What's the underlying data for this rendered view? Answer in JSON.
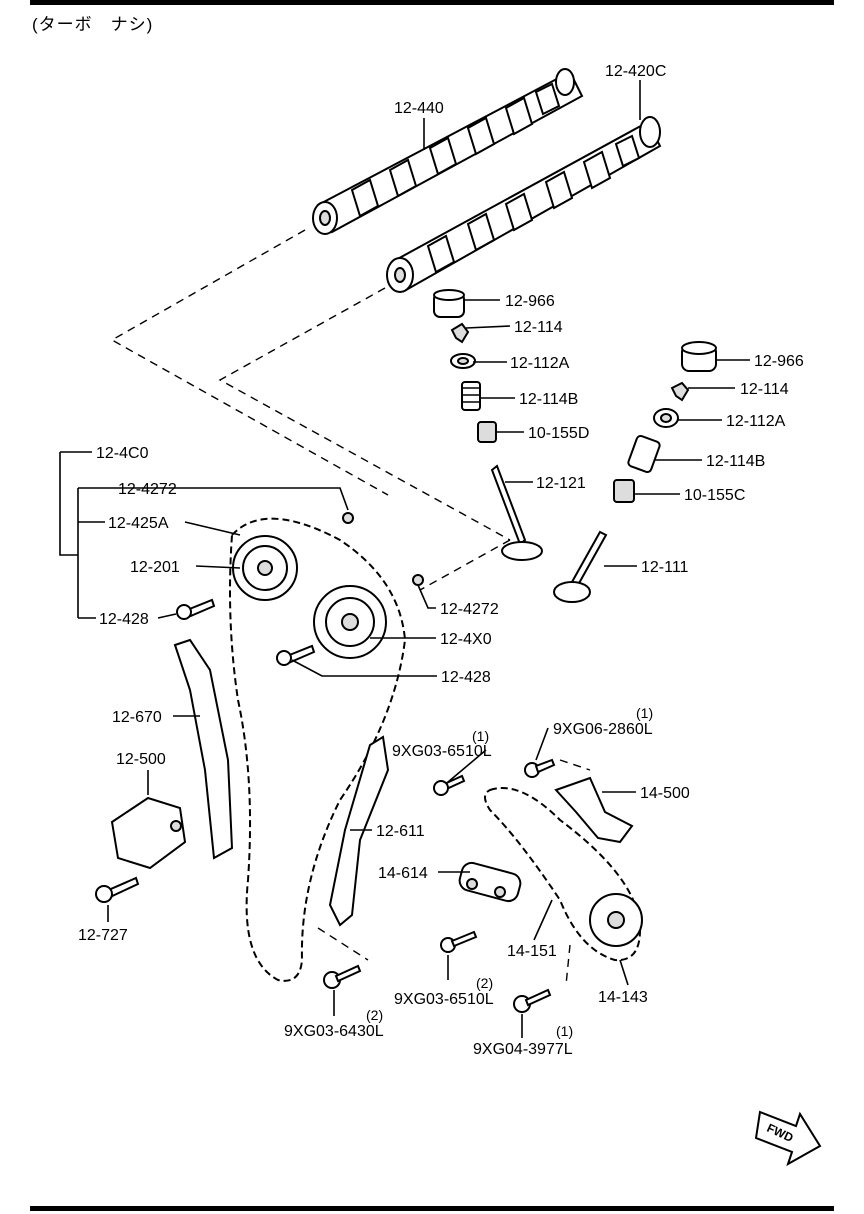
{
  "title": "(ターボ　ナシ)",
  "fwd_label": "FWD",
  "parts": [
    {
      "id": "12-420C"
    },
    {
      "id": "12-440"
    },
    {
      "id": "12-966"
    },
    {
      "id": "12-114"
    },
    {
      "id": "12-112A"
    },
    {
      "id": "12-114B"
    },
    {
      "id": "10-155D"
    },
    {
      "id": "12-966"
    },
    {
      "id": "12-114"
    },
    {
      "id": "12-112A"
    },
    {
      "id": "12-114B"
    },
    {
      "id": "10-155C"
    },
    {
      "id": "12-121"
    },
    {
      "id": "12-111"
    },
    {
      "id": "12-4C0"
    },
    {
      "id": "12-4272"
    },
    {
      "id": "12-425A"
    },
    {
      "id": "12-201"
    },
    {
      "id": "12-428"
    },
    {
      "id": "12-4272"
    },
    {
      "id": "12-4X0"
    },
    {
      "id": "12-428"
    },
    {
      "id": "12-670"
    },
    {
      "id": "12-500"
    },
    {
      "id": "12-727"
    },
    {
      "id": "12-611"
    },
    {
      "id": "9XG03-6510L",
      "qty": "(1)"
    },
    {
      "id": "9XG06-2860L",
      "qty": "(1)"
    },
    {
      "id": "14-500"
    },
    {
      "id": "14-614"
    },
    {
      "id": "14-151"
    },
    {
      "id": "9XG03-6510L",
      "qty": "(2)"
    },
    {
      "id": "14-143"
    },
    {
      "id": "9XG03-6430L",
      "qty": "(2)"
    },
    {
      "id": "9XG04-3977L",
      "qty": "(1)"
    }
  ]
}
